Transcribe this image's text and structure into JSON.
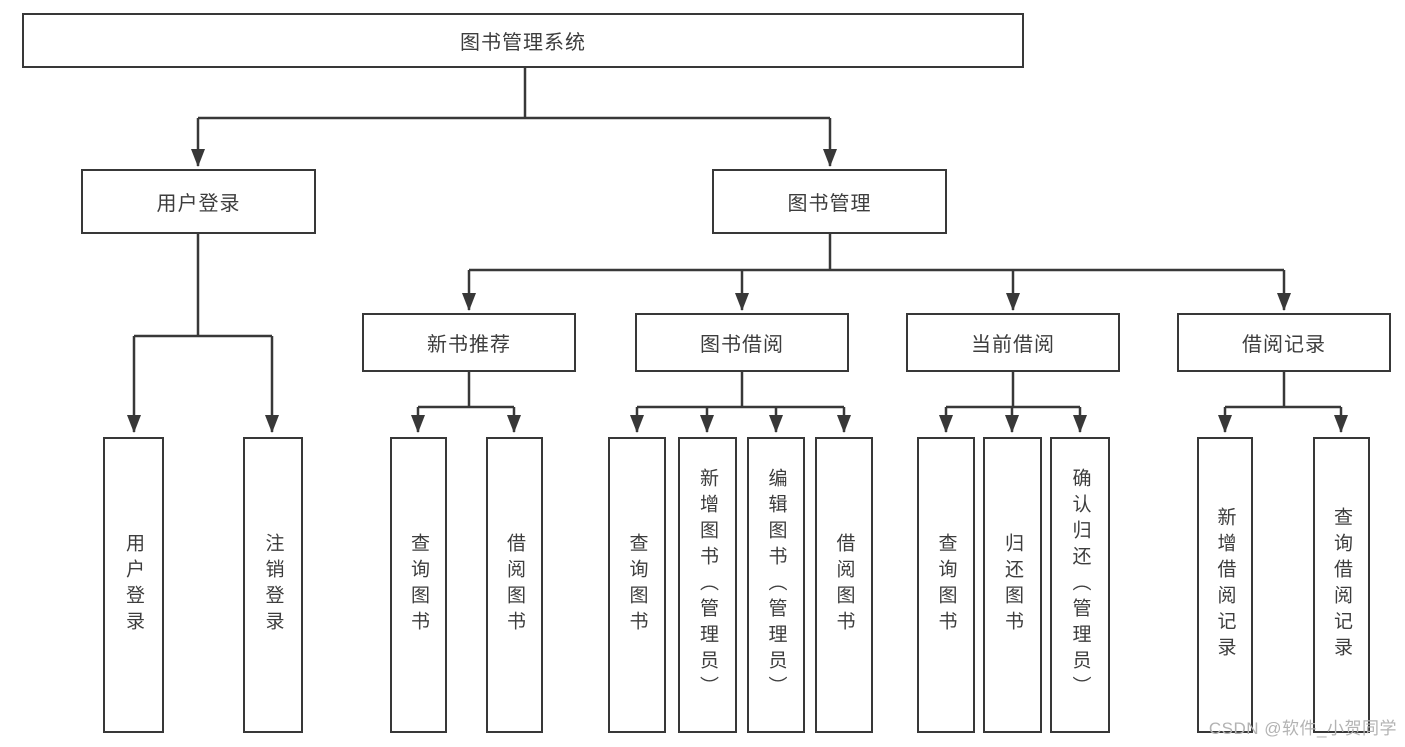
{
  "colors": {
    "line": "#383838",
    "box_border": "#383838",
    "text": "#3d3d3d",
    "background": "#ffffff",
    "watermark": "#b3b3b3"
  },
  "root": {
    "label": "图书管理系统"
  },
  "branches": [
    {
      "label": "用户登录",
      "children": [
        "用户登录",
        "注销登录"
      ]
    },
    {
      "label": "图书管理"
    }
  ],
  "modules": [
    {
      "label": "新书推荐",
      "children": [
        "查询图书",
        "借阅图书"
      ]
    },
    {
      "label": "图书借阅",
      "children": [
        "查询图书",
        "新增图书（管理员）",
        "编辑图书（管理员）",
        "借阅图书"
      ]
    },
    {
      "label": "当前借阅",
      "children": [
        "查询图书",
        "归还图书",
        "确认归还（管理员）"
      ]
    },
    {
      "label": "借阅记录",
      "children": [
        "新增借阅记录",
        "查询借阅记录"
      ]
    }
  ],
  "watermark": {
    "text": "CSDN @软件_小贺同学"
  }
}
